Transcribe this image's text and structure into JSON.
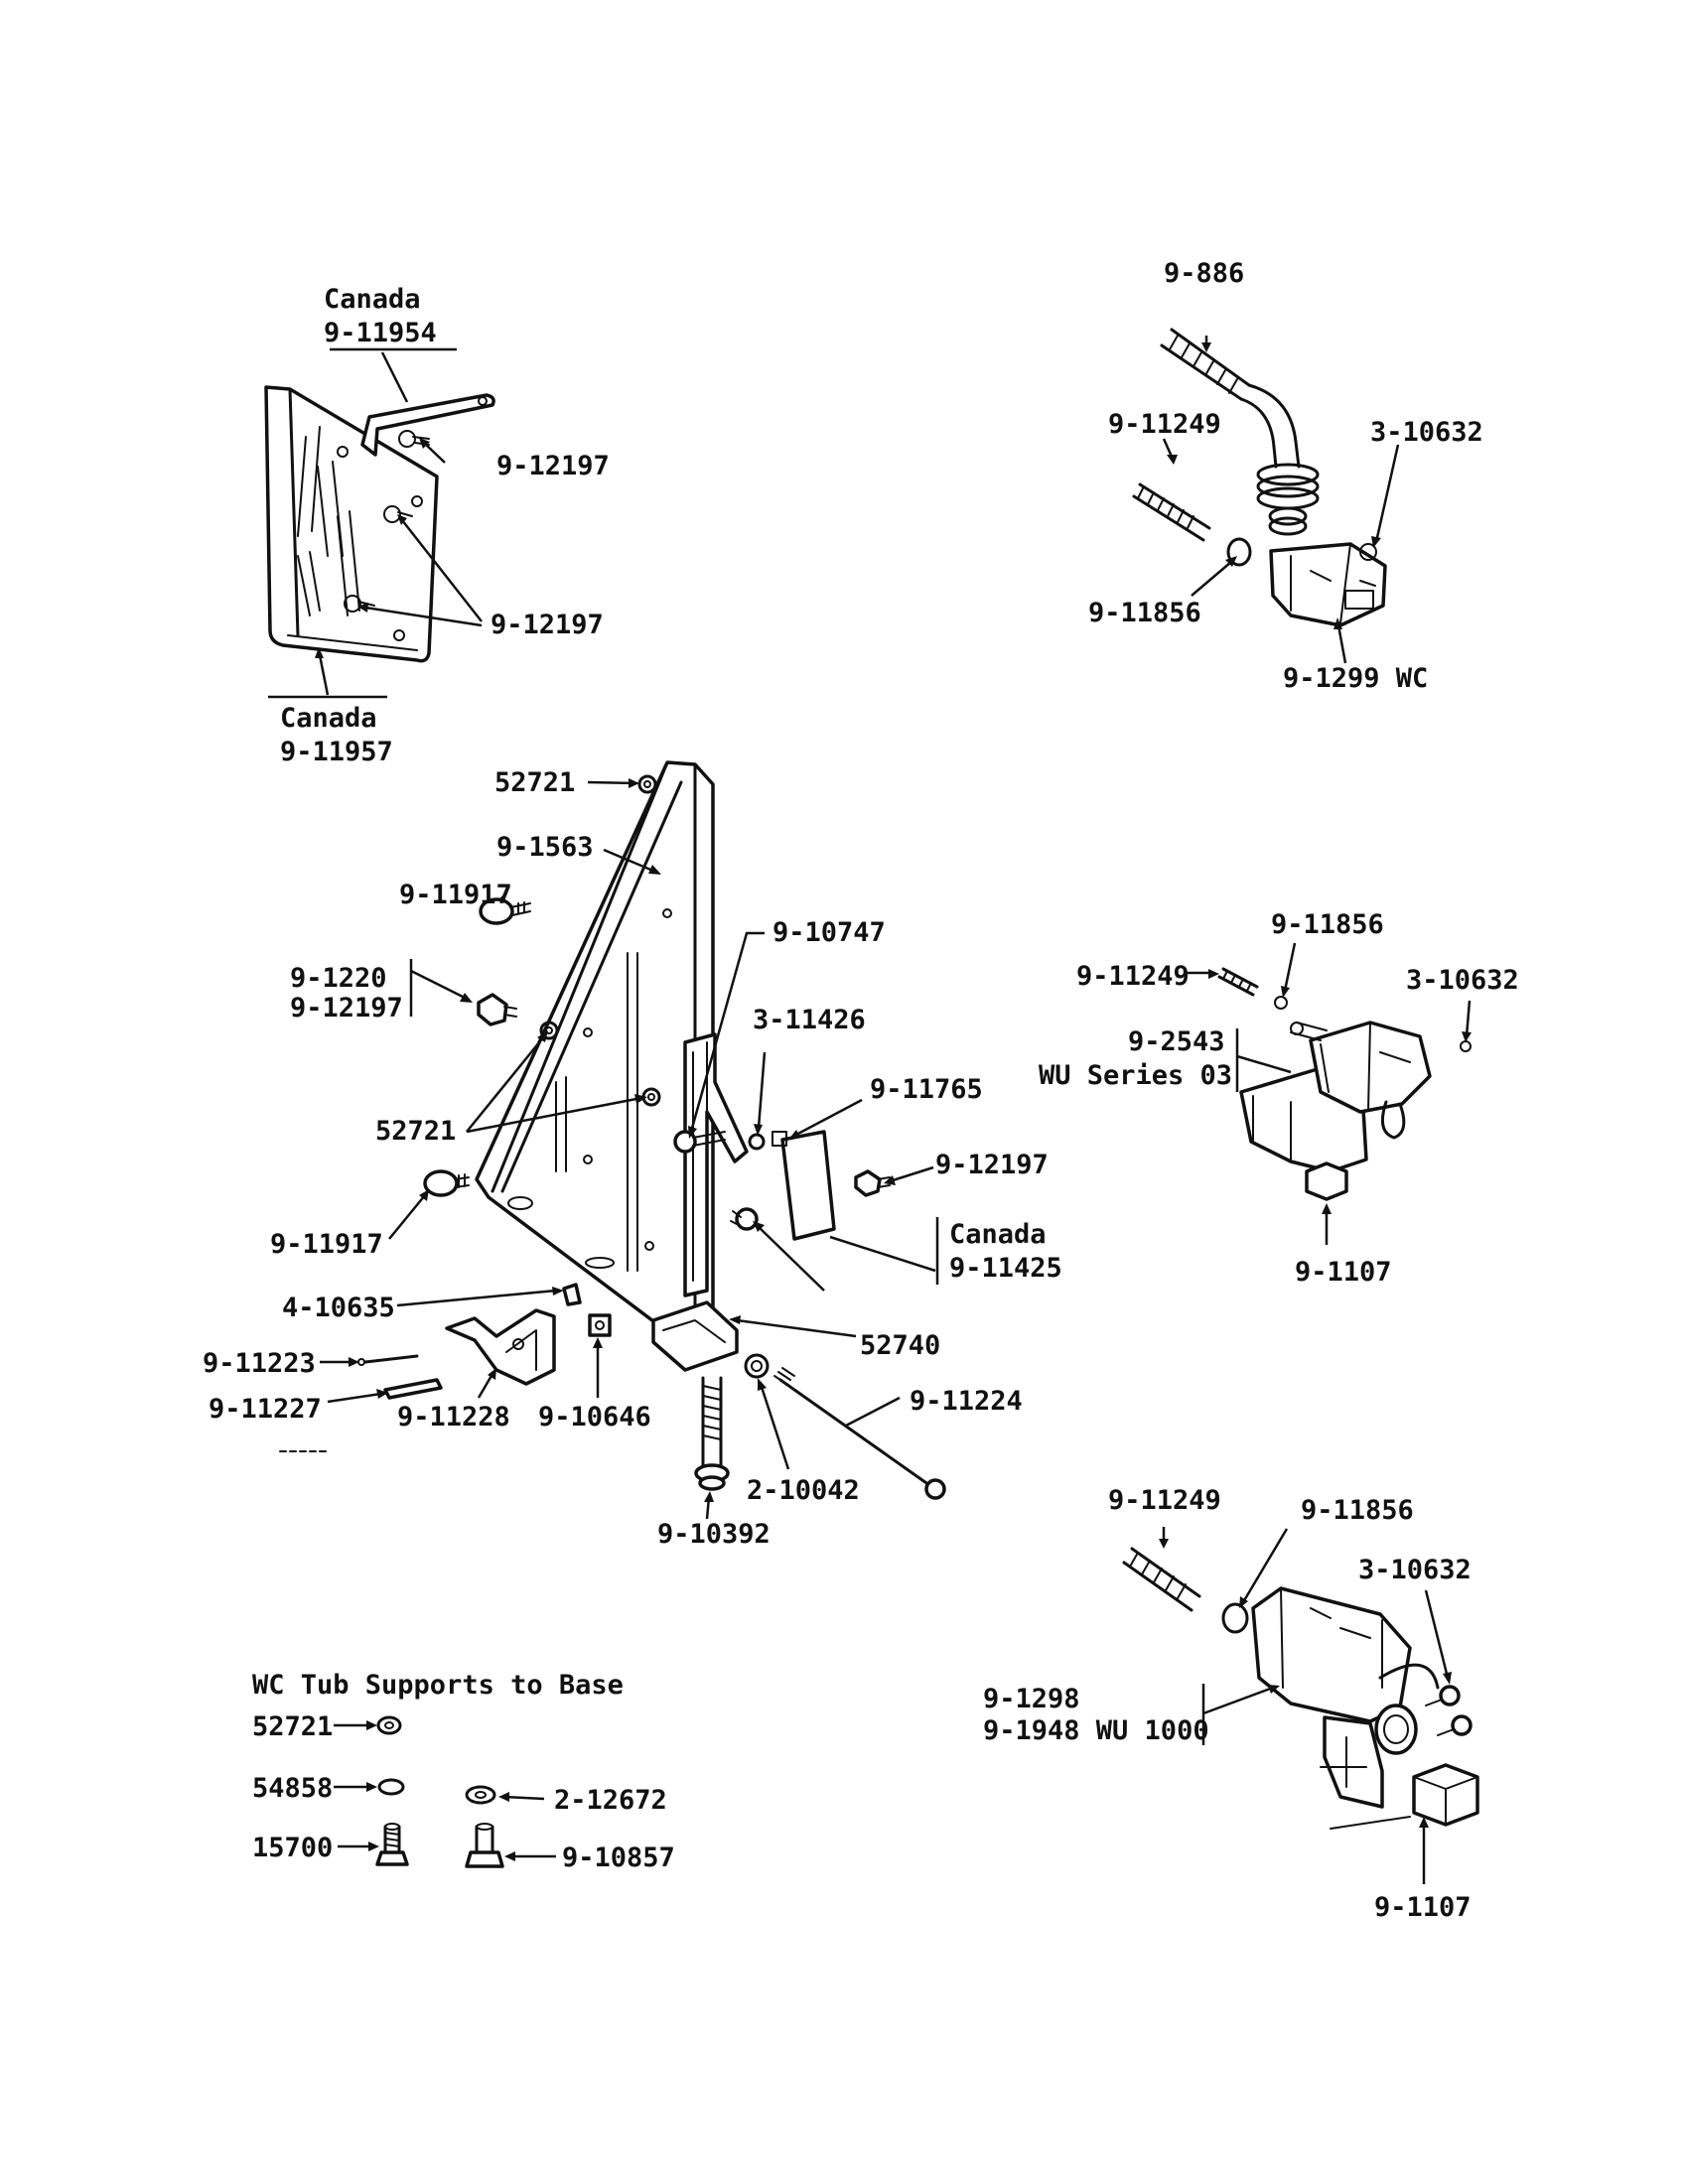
{
  "labels": {
    "canada_top": "Canada",
    "p9_11954": "9-11954",
    "p9_12197_a": "9-12197",
    "p9_12197_b": "9-12197",
    "canada_bracket": "Canada",
    "p9_11957": "9-11957",
    "p9_886": "9-886",
    "p9_11249_a": "9-11249",
    "p3_10632_a": "3-10632",
    "p9_11856_a": "9-11856",
    "p9_1299": "9-1299 WC",
    "p52721_a": "52721",
    "p9_1563": "9-1563",
    "p9_11917_a": "9-11917",
    "p9_10747": "9-10747",
    "p9_1220": "9-1220",
    "p9_12197_c": "9-12197",
    "p3_11426": "3-11426",
    "p9_11765": "9-11765",
    "p52721_b": "52721",
    "p9_12197_d": "9-12197",
    "canada_mid": "Canada",
    "p9_11425": "9-11425",
    "p9_11917_b": "9-11917",
    "p4_10635": "4-10635",
    "p52740": "52740",
    "p9_11223": "9-11223",
    "p9_11227": "9-11227",
    "p9_11228": "9-11228",
    "p9_10646": "9-10646",
    "p9_11224": "9-11224",
    "p2_10042": "2-10042",
    "p9_10392": "9-10392",
    "p9_11856_b": "9-11856",
    "p9_11249_b": "9-11249",
    "p3_10632_b": "3-10632",
    "p9_2543": "9-2543",
    "wu_series": "WU Series 03",
    "p9_1107_a": "9-1107",
    "p9_11249_c": "9-11249",
    "p9_11856_c": "9-11856",
    "p3_10632_c": "3-10632",
    "p9_1298": "9-1298",
    "p9_1948": "9-1948 WU 1000",
    "p9_1107_b": "9-1107"
  },
  "legend": {
    "title": "WC Tub Supports to Base",
    "items": [
      {
        "part": "52721"
      },
      {
        "part": "54858"
      },
      {
        "part": "2-12672"
      },
      {
        "part": "15700"
      },
      {
        "part": "9-10857"
      }
    ]
  }
}
